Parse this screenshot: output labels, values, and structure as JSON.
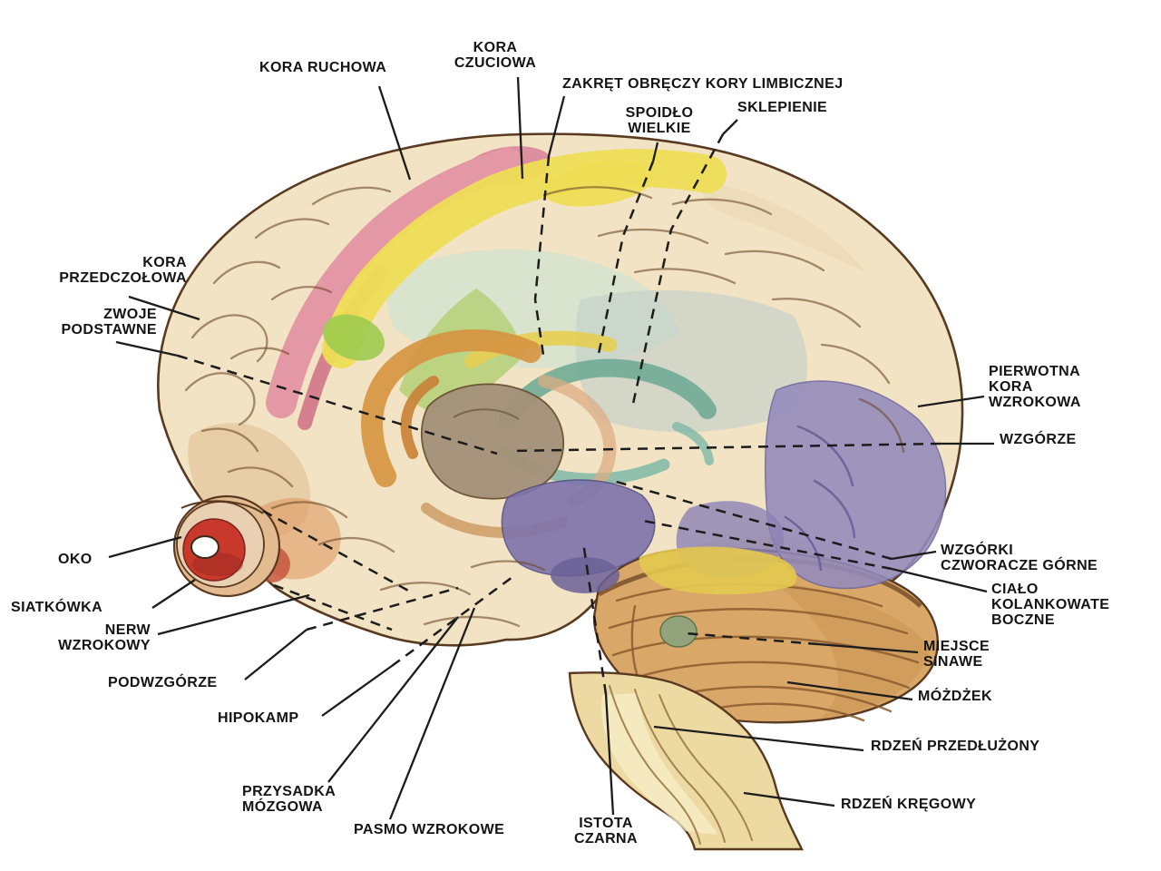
{
  "figure": {
    "description_labels": {
      "kora_ruchowa": "KORA RUCHOWA",
      "kora_czuciowa": "KORA\nCZUCIOWA",
      "zakret_obreczy": "ZAKRĘT OBRĘCZY KORY LIMBICZNEJ",
      "spoidlo_wielkie": "SPOIDŁO\nWIELKIE",
      "sklepienie": "SKLEPIENIE",
      "kora_przedczolowa": "KORA\nPRZEDCZOŁOWA",
      "zwoje_podstawne": "ZWOJE\nPODSTAWNE",
      "oko": "OKO",
      "siatkowka": "SIATKÓWKA",
      "nerw_wzrokowy": "NERW\nWZROKOWY",
      "podwzgorze": "PODWZGÓRZE",
      "hipokamp": "HIPOKAMP",
      "przysadka_mozgowa": "PRZYSADKA\nMÓZGOWA",
      "pasmo_wzrokowe": "PASMO WZROKOWE",
      "istota_czarna": "ISTOTA\nCZARNA",
      "pierwotna_kora_wzrokowa": "PIERWOTNA\nKORA\nWZROKOWA",
      "wzgorze": "WZGÓRZE",
      "wzgorki_czworacze": "WZGÓRKI\nCZWORACZE GÓRNE",
      "cialo_kolankowate": "CIAŁO\nKOLANKOWATE\nBOCZNE",
      "miejsce_sinawe": "MIEJSCE\nSINAWE",
      "mozdzek": "MÓŻDŻEK",
      "rdzen_przedluzony": "RDZEŃ PRZEDŁUŻONY",
      "rdzen_kregowy": "RDZEŃ KRĘGOWY"
    },
    "palette": {
      "background": "#ffffff",
      "outline": "#59391f",
      "cortex_base": "#f1e3c3",
      "cortex_shade": "#dcb486",
      "motor_pink": "#e497a5",
      "motor_pink_deep": "#cf6e85",
      "sensory_yellow": "#eedd55",
      "premotor_green": "#b5d077",
      "bright_green": "#9ecb4f",
      "parietal_bluegray": "#c2cfc9",
      "mint_wash": "#cfe3d2",
      "limbic_teal": "#69a893",
      "limbic_teal_light": "#7fb8a8",
      "corpus_callosum_yellow": "#e6ce52",
      "basal_orange": "#d6923f",
      "basal_orange_deep": "#c97f35",
      "salmon_ring": "#dcae84",
      "thalamus_taupe": "#a39179",
      "hippocampus_tan": "#cfa06a",
      "occipital_purple": "#938bbd",
      "temporal_purple": "#8b82b5",
      "midbrain_purple": "#7d73ab",
      "deep_purple": "#6a6098",
      "retina_red": "#c8392c",
      "eye_sclera": "#ead0b2",
      "orbit_tan": "#e2bb90",
      "temporal_red_spot": "#c4503a",
      "underfrontal_orange": "#e09a62",
      "cerebellum_tan": "#d9a868",
      "cerebellum_shade": "#c08a4a",
      "brainstem_cream": "#eddaa2",
      "brainstem_highlight": "#f7eec9",
      "collicular_yellow": "#e3c94f",
      "locus_coeruleus_green": "#93a37b",
      "label_color": "#141414",
      "leader_line": "#1c1c1c"
    }
  }
}
